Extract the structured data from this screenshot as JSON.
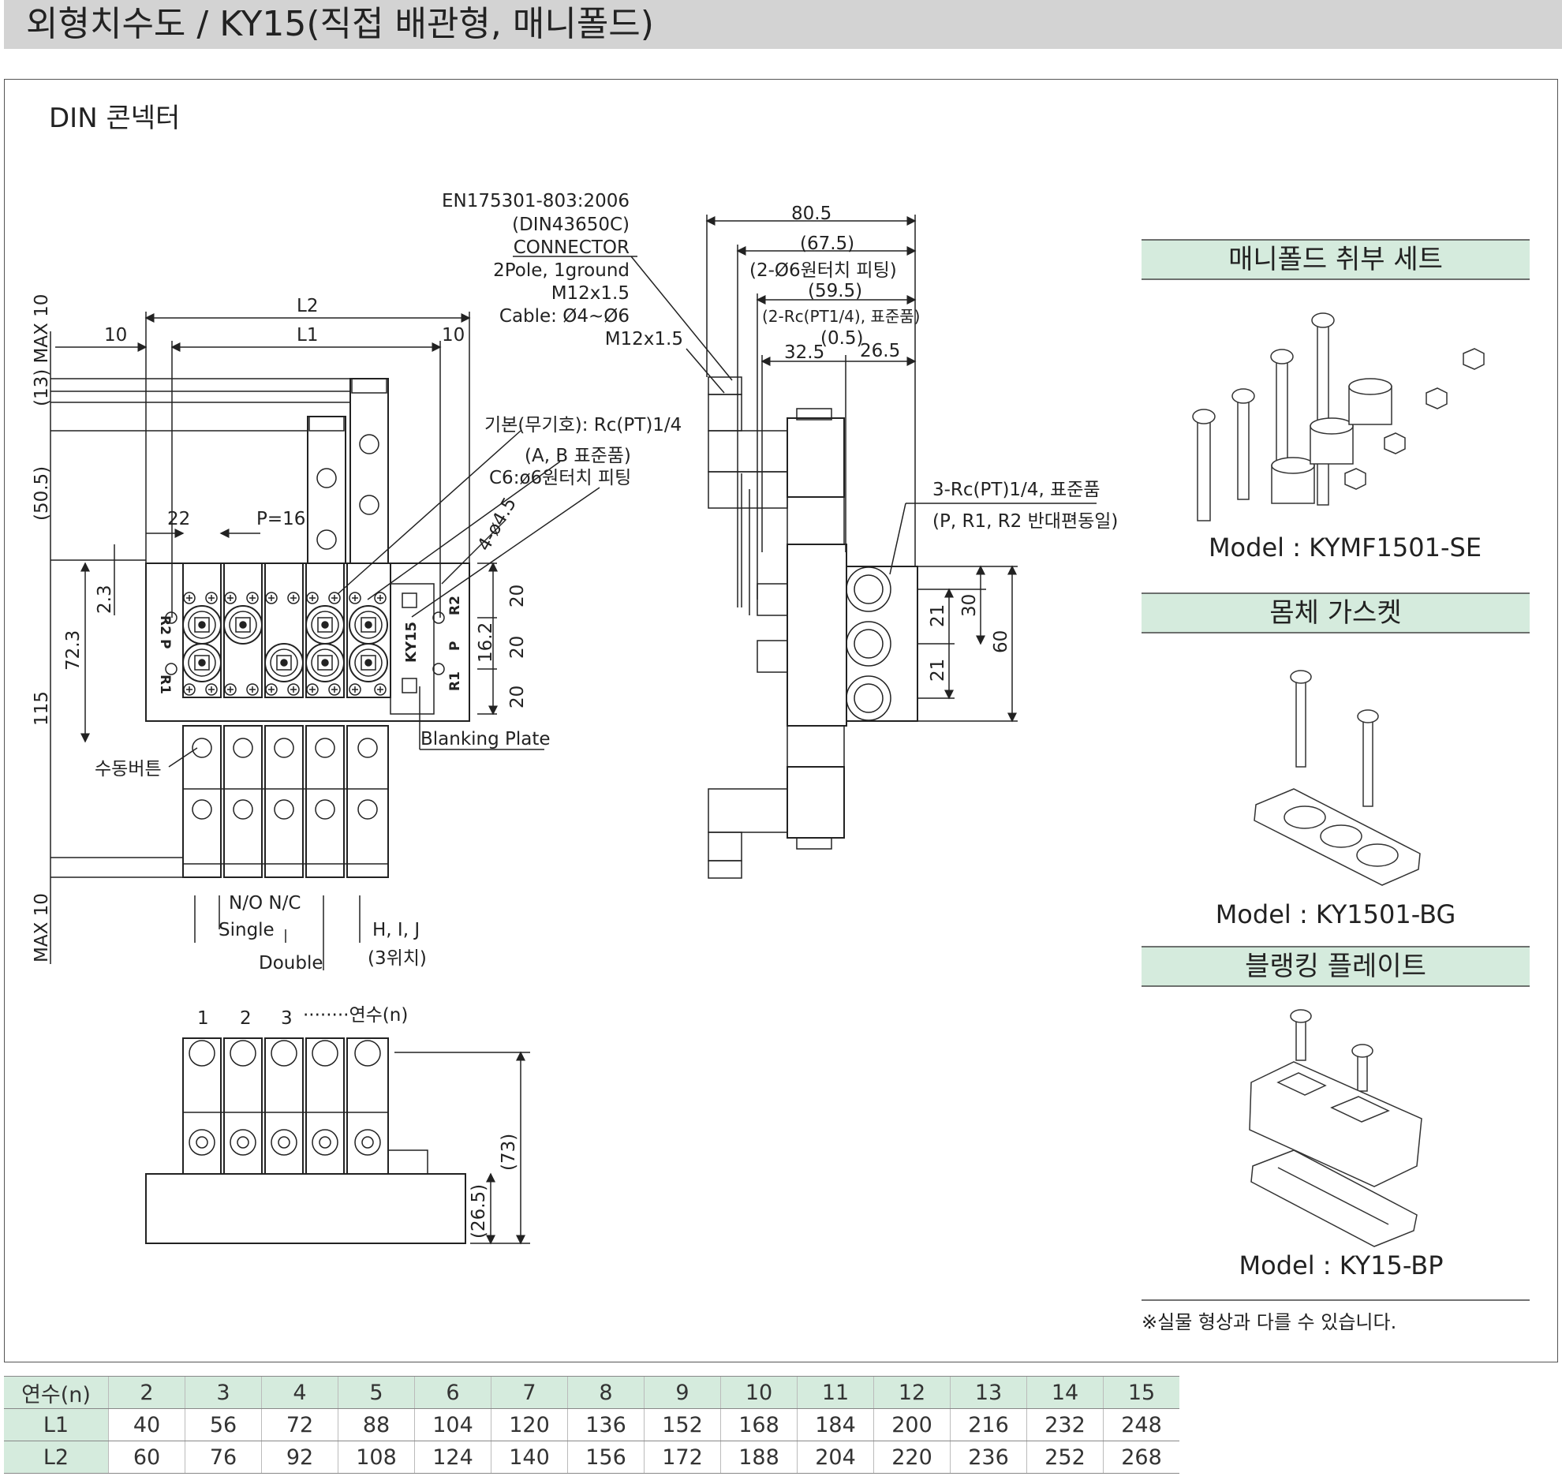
{
  "title": "외형치수도 / KY15(직접 배관형, 매니폴드)",
  "section_label": "DIN 콘넥터",
  "connector_callout": [
    "EN175301-803:2006",
    "(DIN43650C)",
    "CONNECTOR",
    "2Pole, 1ground",
    "M12x1.5",
    "Cable: Ø4~Ø6"
  ],
  "front_view": {
    "dim_l2": "L2",
    "dim_l1": "L1",
    "dim_10_left": "10",
    "dim_10_right": "10",
    "dim_max10_top": "(13) MAX 10",
    "dim_50_5": "(50.5)",
    "dim_115": "115",
    "dim_72_3": "72.3",
    "dim_2_3": "2.3",
    "dim_max10_bottom": "MAX 10",
    "dim_22": "22",
    "dim_pitch": "P=16",
    "dim_hole": "4-ø4.5",
    "dim_20a": "20",
    "dim_20b": "20",
    "dim_20c": "20",
    "dim_16_2": "16.2",
    "port_r2": "R2",
    "port_p": "P",
    "port_r1": "R1",
    "manifold_label": "KY15",
    "port_note": [
      "기본(무기호): Rc(PT)1/4",
      "(A, B 표준품)",
      "C6:ø6원터치 피팅"
    ],
    "manual_button": "수동버튼",
    "blanking_plate": "Blanking Plate",
    "labels_no_nc": "N/O N/C",
    "label_single": "Single",
    "label_double": "Double",
    "label_hij": "H, I, J",
    "label_3pos": "(3위치)"
  },
  "side_view": {
    "dim_m12_top": "M12x1.5",
    "dim_80_5": "80.5",
    "dim_67_5": "(67.5)",
    "dim_fit6": "(2-Ø6원터치 피팅)",
    "dim_59_5": "(59.5)",
    "dim_rc": "(2-Rc(PT1/4), 표준품)",
    "dim_0_5": "(0.5)",
    "dim_32_5": "32.5",
    "dim_26_5": "26.5",
    "port_note": [
      "3-Rc(PT)1/4, 표준품",
      "(P, R1, R2 반대편동일)"
    ],
    "dim_21a": "21",
    "dim_21b": "21",
    "dim_30": "30",
    "dim_60": "60"
  },
  "bottom_view": {
    "stations": [
      "1",
      "2",
      "3"
    ],
    "station_n": "········연수(n)",
    "dim_73": "(73)",
    "dim_26_5": "(26.5)"
  },
  "accessories": [
    {
      "heading": "매니폴드 취부 세트",
      "model": "Model : KYMF1501-SE"
    },
    {
      "heading": "몸체 가스켓",
      "model": "Model : KY1501-BG"
    },
    {
      "heading": "블랭킹 플레이트",
      "model": "Model : KY15-BP"
    }
  ],
  "note": "※실물 형상과 다를 수 있습니다.",
  "table": {
    "header_label": "연수(n)",
    "stations": [
      "2",
      "3",
      "4",
      "5",
      "6",
      "7",
      "8",
      "9",
      "10",
      "11",
      "12",
      "13",
      "14",
      "15"
    ],
    "rows": [
      {
        "label": "L1",
        "values": [
          "40",
          "56",
          "72",
          "88",
          "104",
          "120",
          "136",
          "152",
          "168",
          "184",
          "200",
          "216",
          "232",
          "248"
        ]
      },
      {
        "label": "L2",
        "values": [
          "60",
          "76",
          "92",
          "108",
          "124",
          "140",
          "156",
          "172",
          "188",
          "204",
          "220",
          "236",
          "252",
          "268"
        ]
      }
    ]
  },
  "colors": {
    "title_bar": "#d3d3d3",
    "accent_green": "#d5ebdd",
    "line": "#222222"
  }
}
